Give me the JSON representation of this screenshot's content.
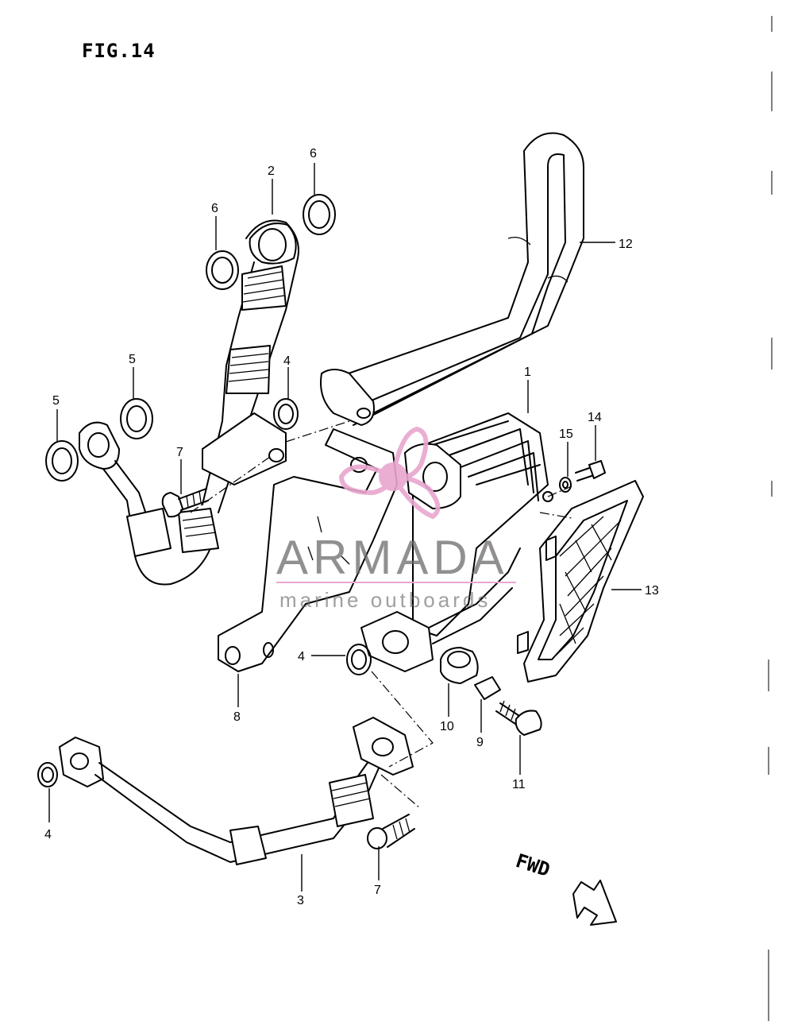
{
  "figure": {
    "title": "FIG.14"
  },
  "fwd_label": "FWD",
  "watermark": {
    "brand": "ARMADA",
    "tagline": "marine outboards",
    "logo_color": "#e9a6cf",
    "text_color": "#6d6a6e"
  },
  "callouts": {
    "c1": "1",
    "c2": "2",
    "c3": "3",
    "c4a": "4",
    "c4b": "4",
    "c4c": "4",
    "c5a": "5",
    "c5b": "5",
    "c6a": "6",
    "c6b": "6",
    "c7a": "7",
    "c7b": "7",
    "c8": "8",
    "c9": "9",
    "c10": "10",
    "c11": "11",
    "c12": "12",
    "c13": "13",
    "c14": "14",
    "c15": "15"
  }
}
